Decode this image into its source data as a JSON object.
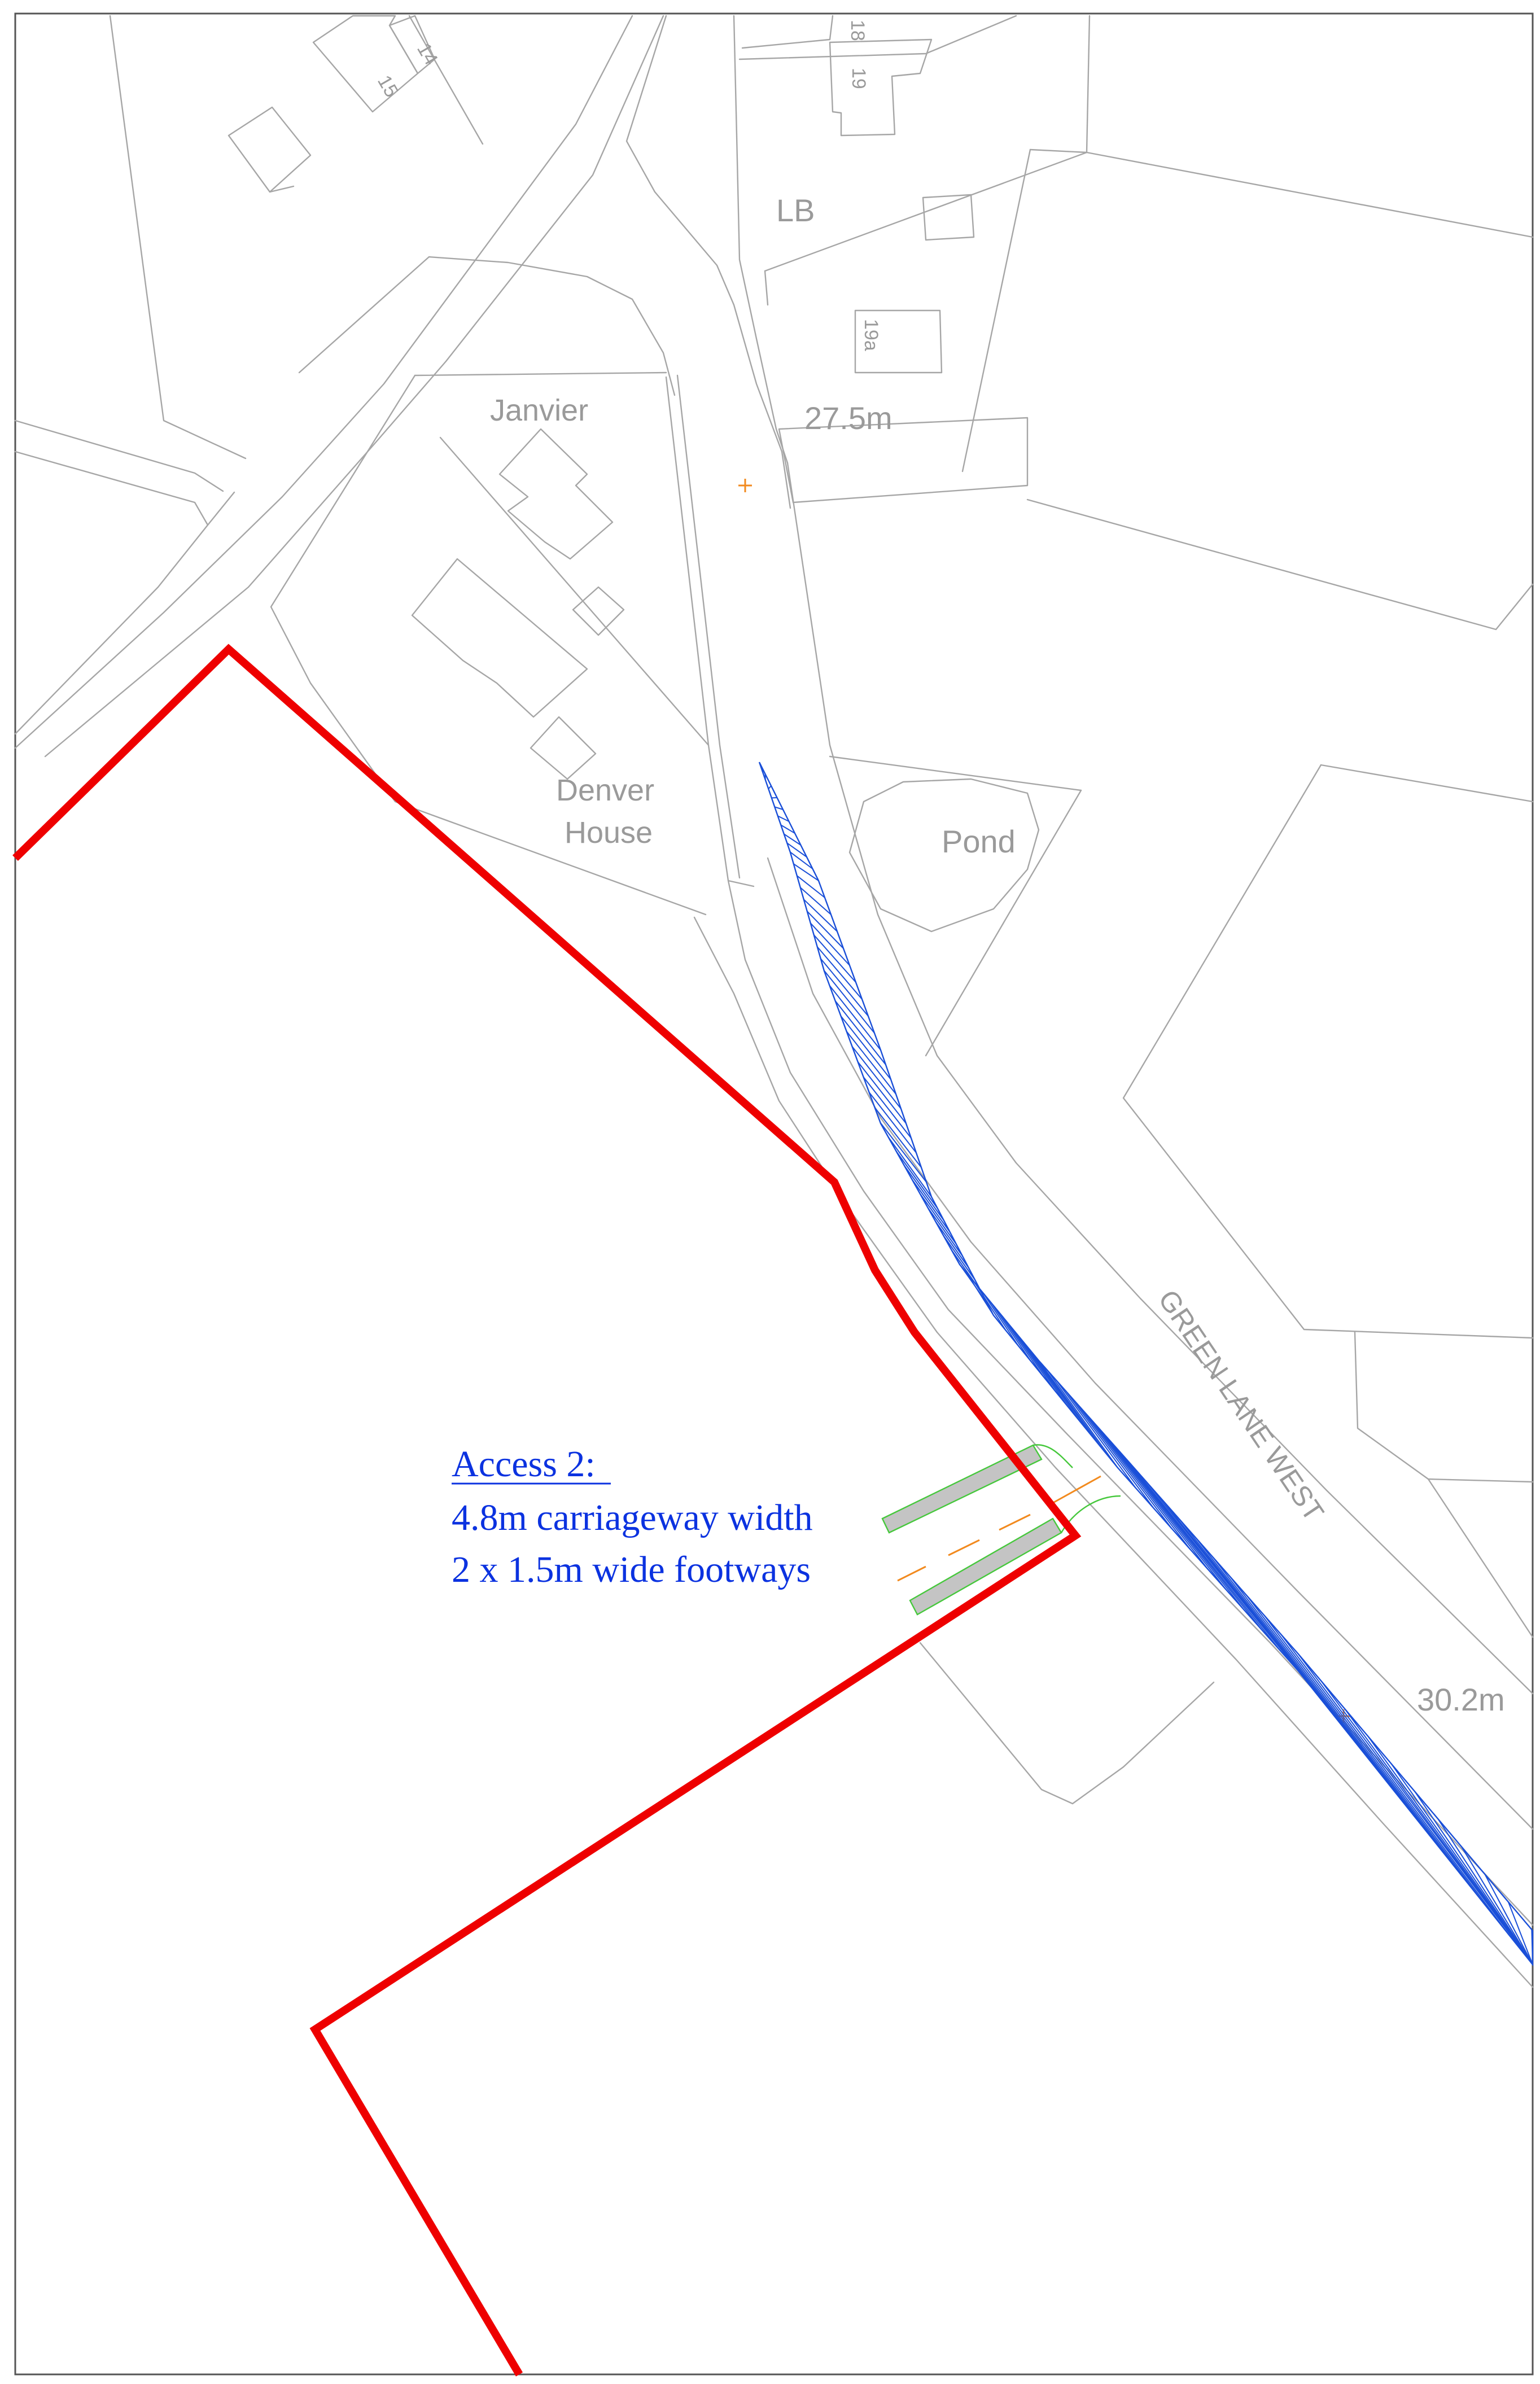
{
  "map": {
    "labels": {
      "house_14": "14",
      "house_15": "15",
      "house_18": "18",
      "house_19": "19",
      "house_19a": "19a",
      "lb": "LB",
      "janvier": "Janvier",
      "denver_line1": "Denver",
      "denver_line2": "House",
      "pond": "Pond",
      "spot_height_1": "27.5m",
      "spot_height_2": "30.2m",
      "road_name": "GREEN LANE WEST"
    },
    "access_note": {
      "title": "Access 2:",
      "line1": "4.8m carriageway width",
      "line2": "2 x 1.5m wide footways"
    }
  },
  "colors": {
    "os_base": "#a6a6a6",
    "os_text": "#9a9a9a",
    "site_boundary": "#ee0000",
    "visibility_hatch": "#1a4fd8",
    "note_text": "#0b32e0",
    "footway_fill": "#c4c4c4",
    "footway_edge": "#46c83c",
    "centreline": "#f28a1e",
    "spot_marker": "#f28a1e"
  }
}
